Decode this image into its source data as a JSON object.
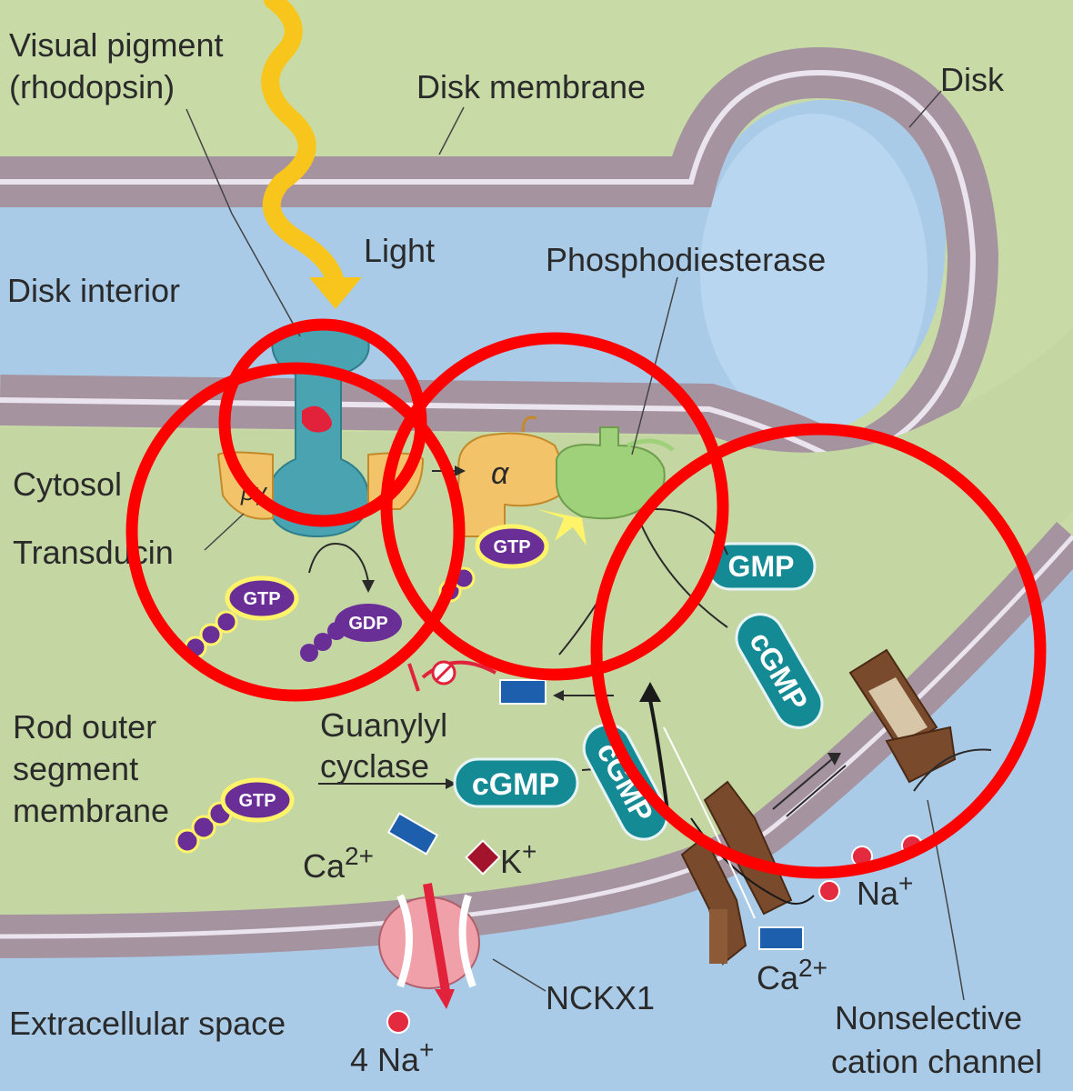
{
  "labels": {
    "visual_pigment_1": "Visual pigment",
    "visual_pigment_2": "(rhodopsin)",
    "disk_membrane": "Disk membrane",
    "disk": "Disk",
    "light": "Light",
    "disk_interior": "Disk interior",
    "phosphodiesterase": "Phosphodiesterase",
    "cytosol": "Cytosol",
    "transducin": "Transducin",
    "rod_outer_1": "Rod outer",
    "rod_outer_2": "segment",
    "rod_outer_3": "membrane",
    "guanylyl_1": "Guanylyl",
    "guanylyl_2": "cyclase",
    "extracellular": "Extracellular space",
    "nckx1": "NCKX1",
    "channel_1": "Nonselective",
    "channel_2": "cation channel",
    "alpha": "α",
    "beta_gamma": "βγ",
    "ca": "Ca",
    "ca_sup": "2+",
    "k": "K",
    "k_sup": "+",
    "na": "Na",
    "na_sup": "+",
    "four_na": "4 Na",
    "four_na_sup": "+"
  },
  "molecules": {
    "gtp": "GTP",
    "gdp": "GDP",
    "gmp": "GMP",
    "cgmp": "cGMP"
  },
  "colors": {
    "cytosol": "#c4d7a3",
    "disk_interior": "#a9cbe8",
    "membrane": "#a693a0",
    "rhodopsin": "#4aa3b0",
    "transducin": "#f3c36a",
    "pde": "#9fd17a",
    "cgmp_pill": "#148a94",
    "gtp_oval": "#6a2f97",
    "light": "#f7c51c",
    "ca_ion": "#1d5fad",
    "k_ion": "#a3132b",
    "na_ion": "#e32a3f",
    "channel": "#7a4a2c",
    "exchanger": "#f0a0a8",
    "highlight_circle": "#ff0000"
  }
}
